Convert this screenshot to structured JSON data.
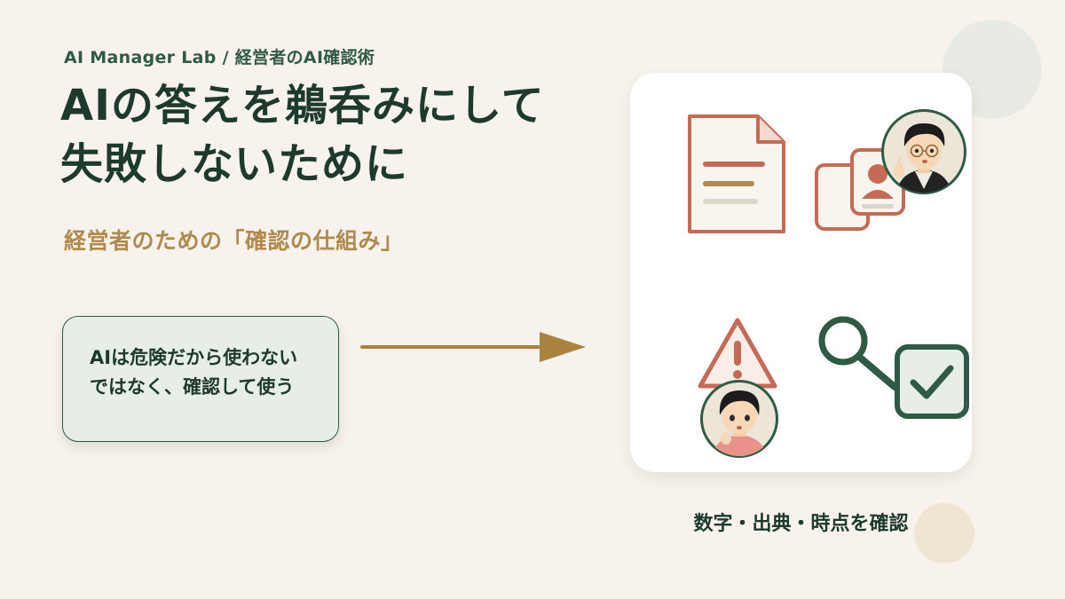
{
  "header": {
    "brand": "AI Manager Lab / 経営者のAI確認術",
    "title_line1": "AIの答えを鵜呑みにして",
    "title_line2": "失敗しないために",
    "subtitle": "経営者のための「確認の仕組み」"
  },
  "callout": {
    "line1": "AIは危険だから使わない",
    "line2": "ではなく、確認して使う"
  },
  "card": {
    "caption": "数字・出典・時点を確認"
  },
  "icons": [
    "document-icon",
    "copy-icon",
    "warning-icon",
    "magnifier-icon",
    "checkbox-icon",
    "avatar"
  ],
  "colors": {
    "background": "#f7f3ec",
    "title": "#1e3a2c",
    "brand": "#2f5b45",
    "gold": "#b08a4c",
    "terracotta": "#c46a55"
  }
}
